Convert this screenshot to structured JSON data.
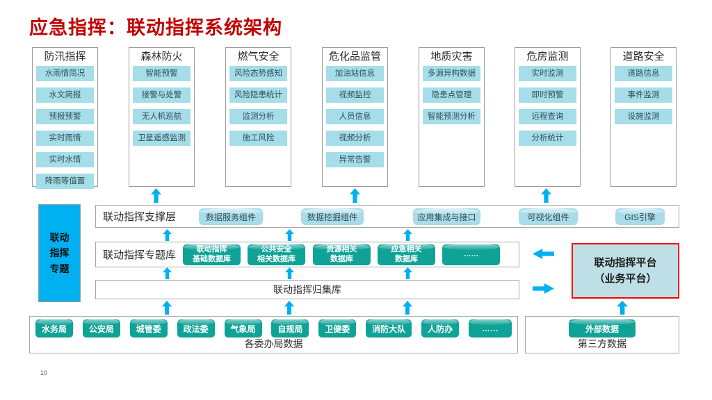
{
  "page": {
    "title": "应急指挥：联动指挥系统架构",
    "number": "10"
  },
  "colors": {
    "title_red": "#C00000",
    "accent_blue": "#00B0F0",
    "teal_cylinder": "#0FA397",
    "light_cyan_item": "#A5DDE9",
    "platform_fill": "#BFDFE7",
    "platform_border": "#FF0000"
  },
  "columns": [
    {
      "title": "防汛指挥",
      "items": [
        "水雨情简况",
        "水文简报",
        "预报预警",
        "实时雨情",
        "实时水情",
        "降雨等值面"
      ]
    },
    {
      "title": "森林防火",
      "items": [
        "智能预警",
        "接警与处警",
        "无人机巡航",
        "卫星遥感监测"
      ]
    },
    {
      "title": "燃气安全",
      "items": [
        "风险态势感知",
        "风险隐患统计",
        "监测分析",
        "施工风险"
      ]
    },
    {
      "title": "危化品监管",
      "items": [
        "加油站信息",
        "视频监控",
        "人员信息",
        "视频分析",
        "异常告警"
      ]
    },
    {
      "title": "地质灾害",
      "items": [
        "多源异构数据",
        "隐患点管理",
        "智能预测分析"
      ]
    },
    {
      "title": "危房监测",
      "items": [
        "实时监测",
        "即时预警",
        "远程查询",
        "分析统计"
      ]
    },
    {
      "title": "道路安全",
      "items": [
        "道路信息",
        "事件监测",
        "设施监测"
      ]
    }
  ],
  "support_layer": {
    "label": "联动指挥支撑层",
    "components": [
      "数据服务组件",
      "数据挖掘组件",
      "应用集成与接口",
      "可视化组件",
      "GIS引擎"
    ]
  },
  "topic_layer": {
    "label": "联动指挥专题库",
    "databases": [
      "联动指挥\n基础数据库",
      "公共安全\n相关数据库",
      "资源相关\n数据库",
      "应急相关\n数据库",
      "……"
    ]
  },
  "collection_layer": {
    "label": "联动指挥归集库"
  },
  "left_panel": {
    "label": "联动\n指挥\n专题"
  },
  "platform": {
    "label": "联动指挥平台\n（业务平台）"
  },
  "bureau_data": {
    "label": "各委办局数据",
    "sources": [
      "水务局",
      "公安局",
      "城管委",
      "政法委",
      "气象局",
      "自规局",
      "卫健委",
      "消防大队",
      "人防办",
      "……"
    ]
  },
  "third_party": {
    "label": "第三方数据",
    "source": "外部数据"
  }
}
